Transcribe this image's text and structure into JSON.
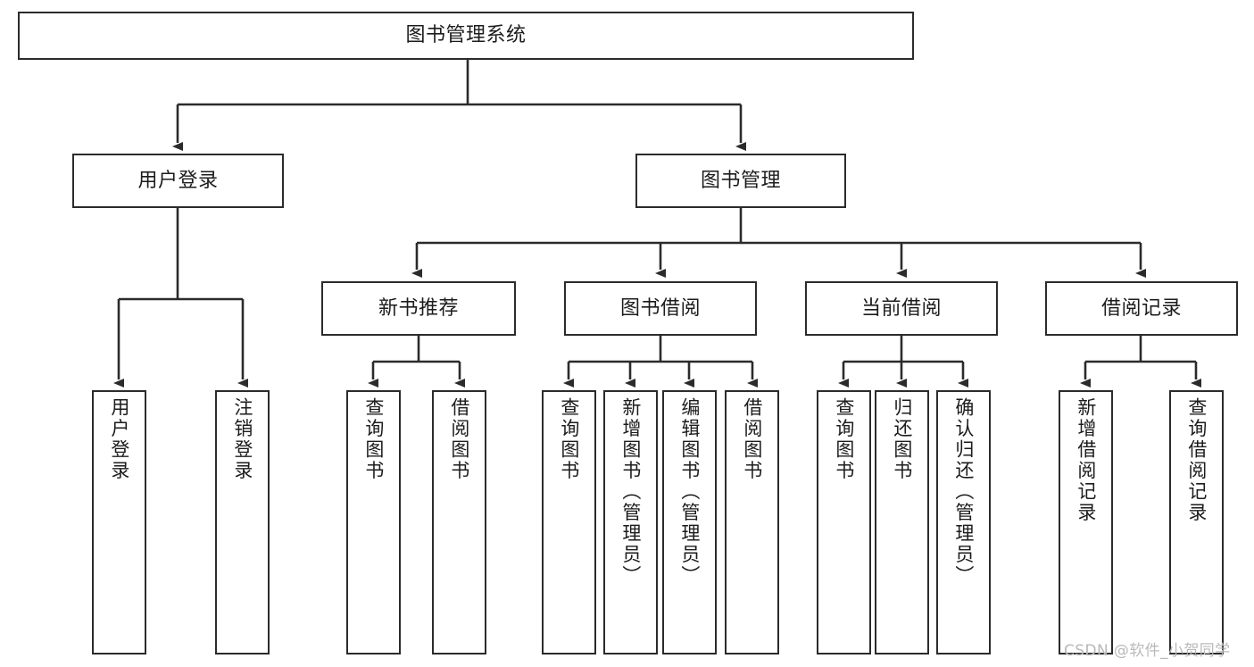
{
  "diagram": {
    "title": "图书管理系统",
    "type": "hierarchy-tree",
    "root": {
      "id": "root",
      "label": "图书管理系统"
    },
    "level2": [
      {
        "id": "user-login",
        "label": "用户登录"
      },
      {
        "id": "book-manage",
        "label": "图书管理"
      }
    ],
    "level3": [
      {
        "id": "new-book-recommend",
        "label": "新书推荐",
        "parent": "book-manage"
      },
      {
        "id": "book-borrow",
        "label": "图书借阅",
        "parent": "book-manage"
      },
      {
        "id": "current-borrow",
        "label": "当前借阅",
        "parent": "book-manage"
      },
      {
        "id": "borrow-record",
        "label": "借阅记录",
        "parent": "book-manage"
      }
    ],
    "leaves": [
      {
        "id": "leaf-user-login",
        "label": "用户登录",
        "parent": "user-login"
      },
      {
        "id": "leaf-logout",
        "label": "注销登录",
        "parent": "user-login"
      },
      {
        "id": "leaf-query-book-1",
        "label": "查询图书",
        "parent": "new-book-recommend"
      },
      {
        "id": "leaf-borrow-book-1",
        "label": "借阅图书",
        "parent": "new-book-recommend"
      },
      {
        "id": "leaf-query-book-2",
        "label": "查询图书",
        "parent": "book-borrow"
      },
      {
        "id": "leaf-add-book",
        "label": "新增图书（管理员）",
        "parent": "book-borrow"
      },
      {
        "id": "leaf-edit-book",
        "label": "编辑图书（管理员）",
        "parent": "book-borrow"
      },
      {
        "id": "leaf-borrow-book-2",
        "label": "借阅图书",
        "parent": "book-borrow"
      },
      {
        "id": "leaf-query-book-3",
        "label": "查询图书",
        "parent": "current-borrow"
      },
      {
        "id": "leaf-return-book",
        "label": "归还图书",
        "parent": "current-borrow"
      },
      {
        "id": "leaf-confirm-return",
        "label": "确认归还（管理员）",
        "parent": "current-borrow"
      },
      {
        "id": "leaf-add-record",
        "label": "新增借阅记录",
        "parent": "borrow-record"
      },
      {
        "id": "leaf-query-record",
        "label": "查询借阅记录",
        "parent": "borrow-record"
      }
    ]
  },
  "watermark": {
    "text": "CSDN @软件_小贺同学"
  },
  "colors": {
    "stroke": "#2b2b2b",
    "background": "#ffffff",
    "text": "#1c1c1c",
    "watermark": "#b9b9b9"
  }
}
